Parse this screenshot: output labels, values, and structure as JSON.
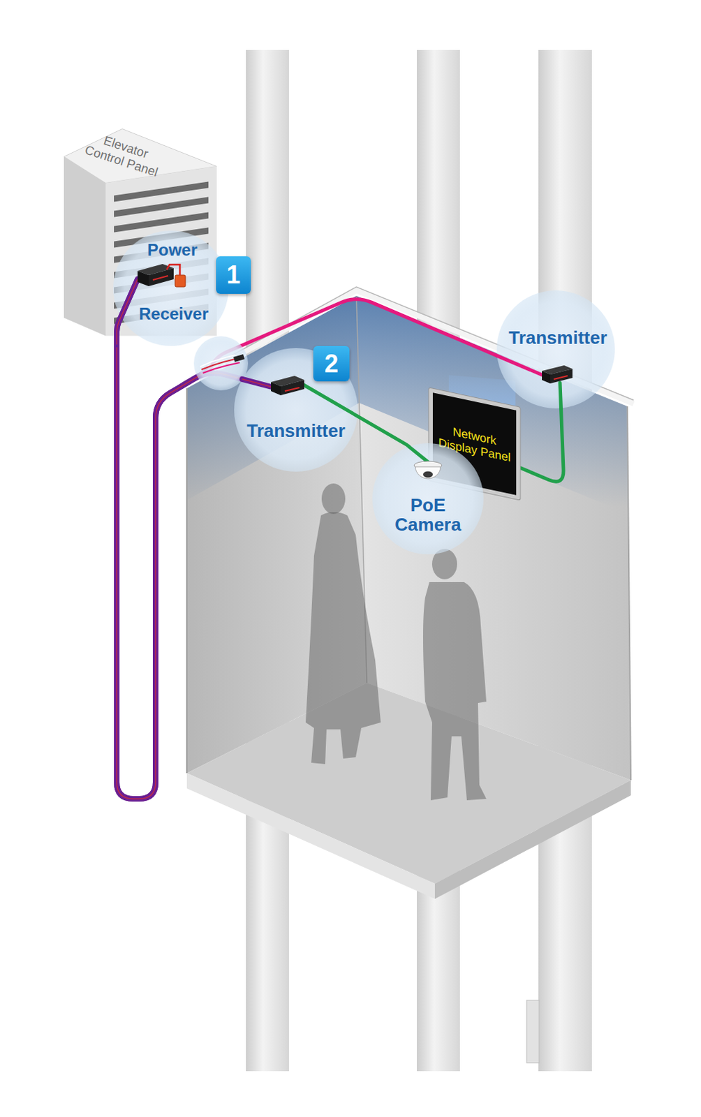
{
  "diagram": {
    "nodes": [
      {
        "text": [
          "Elevator Control Panel"
        ]
      },
      {
        "text": [
          "Power",
          "Receiver"
        ]
      },
      {
        "text": [
          "Transmitter"
        ]
      },
      {
        "text": [
          "Transmitter"
        ]
      },
      {
        "text": [
          "Network Display Panel"
        ]
      },
      {
        "text": [
          "PoE Camera"
        ]
      }
    ],
    "edges": [
      {
        "from": 1,
        "to": 3,
        "arrow": "none"
      },
      {
        "from": 1,
        "to": 2,
        "arrow": "none"
      },
      {
        "from": 3,
        "to": 5,
        "arrow": "none"
      },
      {
        "from": 2,
        "to": 4,
        "arrow": "none"
      }
    ],
    "labels": [
      "1",
      "2"
    ]
  }
}
